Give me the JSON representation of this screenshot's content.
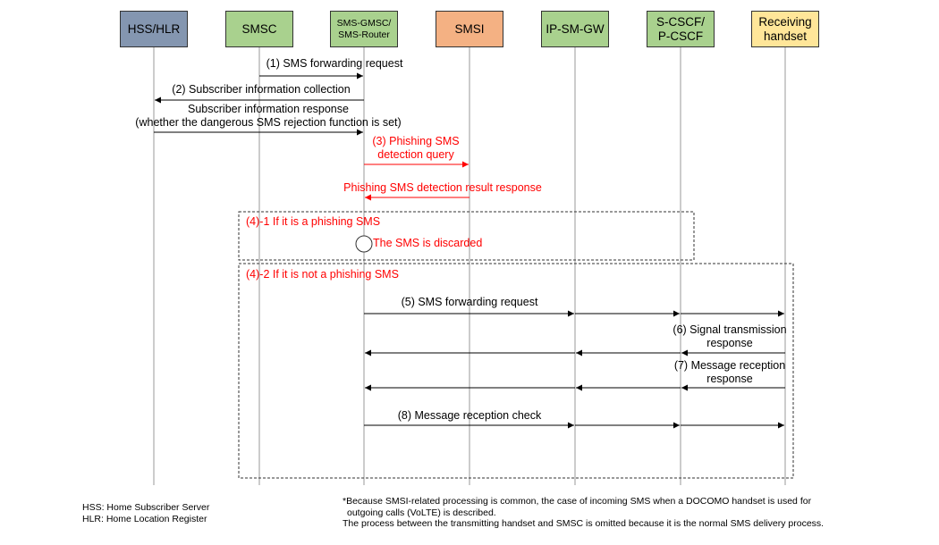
{
  "colors": {
    "hss_hlr": "#8496b0",
    "smsc": "#a9d18e",
    "gmsc": "#a9d18e",
    "smsi": "#f4b183",
    "ipsmgw": "#a9d18e",
    "cscf": "#a9d18e",
    "handset": "#ffe699",
    "arrow_black": "#000000",
    "arrow_red": "#ff0000"
  },
  "entities": {
    "hss_hlr": "HSS/HLR",
    "smsc": "SMSC",
    "gmsc_line1": "SMS-GMSC/",
    "gmsc_line2": "SMS-Router",
    "smsi": "SMSI",
    "ipsmgw": "IP-SM-GW",
    "cscf_line1": "S-CSCF/",
    "cscf_line2": "P-CSCF",
    "handset_line1": "Receiving",
    "handset_line2": "handset"
  },
  "messages": {
    "m1": "(1) SMS forwarding request",
    "m2": "(2) Subscriber information collection",
    "m2r_line1": "Subscriber information response",
    "m2r_line2": "(whether the dangerous SMS rejection function is set)",
    "m3_line1": "(3) Phishing SMS",
    "m3_line2": "detection query",
    "m3r": "Phishing SMS detection result response",
    "m5": "(5) SMS forwarding request",
    "m6_line1": "(6) Signal transmission",
    "m6_line2": "response",
    "m7_line1": "(7) Message reception",
    "m7_line2": "response",
    "m8": "(8) Message reception check"
  },
  "branches": {
    "phishing": "(4)-1 If it is a phishing SMS",
    "discarded": "The SMS is discarded",
    "not_phishing": "(4)-2 If it is not a phishing SMS"
  },
  "footnotes": {
    "hss": "HSS: Home Subscriber Server",
    "hlr": "HLR: Home Location Register",
    "note1_line1": "*Because SMSI-related processing is common, the case of incoming SMS when a DOCOMO handset is used for",
    "note1_line2": "outgoing calls (VoLTE) is described.",
    "note2": "The process between the transmitting handset and SMSC is omitted because it is the normal SMS delivery process."
  }
}
